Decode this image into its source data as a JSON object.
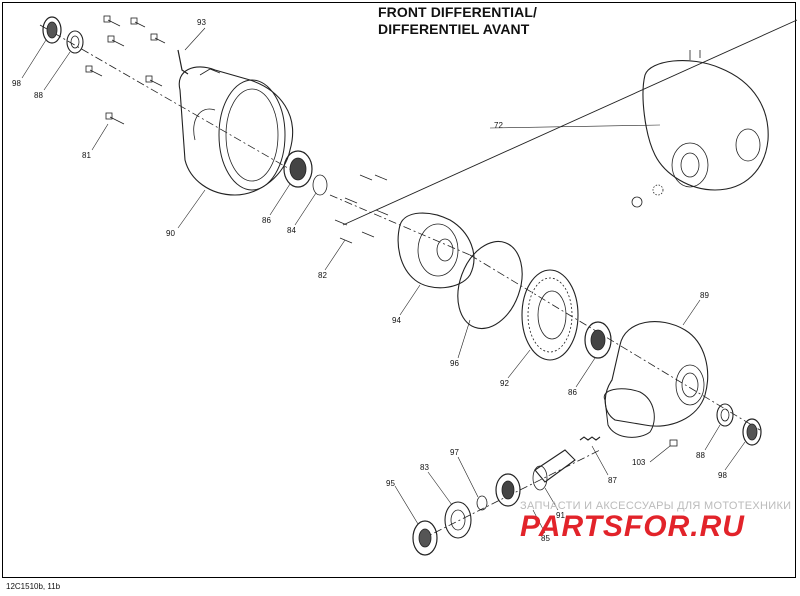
{
  "title": {
    "line1": "FRONT DIFFERENTIAL/",
    "line2": "DIFFERENTIEL AVANT"
  },
  "footer": {
    "code": "12C1510b, 11b"
  },
  "watermark": {
    "tagline": "ЗАПЧАСТИ И АКСЕССУАРЫ ДЛЯ МОТОТЕХНИКИ",
    "logo": "PARTSFOR.RU",
    "logo_color": "#e2232a"
  },
  "callouts": [
    {
      "id": "c98a",
      "label": "98"
    },
    {
      "id": "c88a",
      "label": "88"
    },
    {
      "id": "c81",
      "label": "81"
    },
    {
      "id": "c93",
      "label": "93"
    },
    {
      "id": "c90",
      "label": "90"
    },
    {
      "id": "c86a",
      "label": "86"
    },
    {
      "id": "c84",
      "label": "84"
    },
    {
      "id": "c82",
      "label": "82"
    },
    {
      "id": "c94",
      "label": "94"
    },
    {
      "id": "c96",
      "label": "96"
    },
    {
      "id": "c92",
      "label": "92"
    },
    {
      "id": "c86b",
      "label": "86"
    },
    {
      "id": "c89",
      "label": "89"
    },
    {
      "id": "c72",
      "label": "72"
    },
    {
      "id": "c88b",
      "label": "88"
    },
    {
      "id": "c98b",
      "label": "98"
    },
    {
      "id": "c103",
      "label": "103"
    },
    {
      "id": "c87",
      "label": "87"
    },
    {
      "id": "c97",
      "label": "97"
    },
    {
      "id": "c91",
      "label": "91"
    },
    {
      "id": "c83",
      "label": "83"
    },
    {
      "id": "c95",
      "label": "95"
    },
    {
      "id": "c85",
      "label": "85"
    }
  ]
}
